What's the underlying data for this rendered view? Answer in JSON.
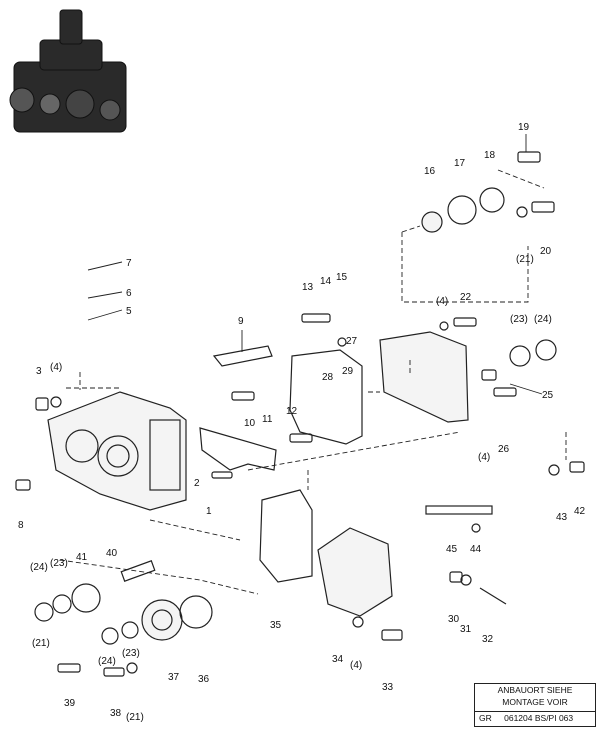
{
  "callouts": [
    {
      "id": "c1",
      "text": "1"
    },
    {
      "id": "c2",
      "text": "2"
    },
    {
      "id": "c3",
      "text": "3"
    },
    {
      "id": "c4a",
      "text": "(4)"
    },
    {
      "id": "c4b",
      "text": "(4)"
    },
    {
      "id": "c4c",
      "text": "(4)"
    },
    {
      "id": "c4d",
      "text": "(4)"
    },
    {
      "id": "c5",
      "text": "5"
    },
    {
      "id": "c6",
      "text": "6"
    },
    {
      "id": "c7",
      "text": "7"
    },
    {
      "id": "c8",
      "text": "8"
    },
    {
      "id": "c9",
      "text": "9"
    },
    {
      "id": "c10",
      "text": "10"
    },
    {
      "id": "c11",
      "text": "11"
    },
    {
      "id": "c12",
      "text": "12"
    },
    {
      "id": "c13",
      "text": "13"
    },
    {
      "id": "c14",
      "text": "14"
    },
    {
      "id": "c15",
      "text": "15"
    },
    {
      "id": "c16",
      "text": "16"
    },
    {
      "id": "c17",
      "text": "17"
    },
    {
      "id": "c18",
      "text": "18"
    },
    {
      "id": "c19",
      "text": "19"
    },
    {
      "id": "c20",
      "text": "20"
    },
    {
      "id": "c21a",
      "text": "(21)"
    },
    {
      "id": "c21b",
      "text": "(21)"
    },
    {
      "id": "c21c",
      "text": "(21)"
    },
    {
      "id": "c22",
      "text": "22"
    },
    {
      "id": "c23a",
      "text": "(23)"
    },
    {
      "id": "c23b",
      "text": "(23)"
    },
    {
      "id": "c23c",
      "text": "(23)"
    },
    {
      "id": "c24a",
      "text": "(24)"
    },
    {
      "id": "c24b",
      "text": "(24)"
    },
    {
      "id": "c24c",
      "text": "(24)"
    },
    {
      "id": "c25",
      "text": "25"
    },
    {
      "id": "c26",
      "text": "26"
    },
    {
      "id": "c27",
      "text": "27"
    },
    {
      "id": "c28",
      "text": "28"
    },
    {
      "id": "c29",
      "text": "29"
    },
    {
      "id": "c30",
      "text": "30"
    },
    {
      "id": "c31",
      "text": "31"
    },
    {
      "id": "c32",
      "text": "32"
    },
    {
      "id": "c33",
      "text": "33"
    },
    {
      "id": "c34",
      "text": "34"
    },
    {
      "id": "c35",
      "text": "35"
    },
    {
      "id": "c36",
      "text": "36"
    },
    {
      "id": "c37",
      "text": "37"
    },
    {
      "id": "c38",
      "text": "38"
    },
    {
      "id": "c39",
      "text": "39"
    },
    {
      "id": "c40",
      "text": "40"
    },
    {
      "id": "c41",
      "text": "41"
    },
    {
      "id": "c42",
      "text": "42"
    },
    {
      "id": "c43",
      "text": "43"
    },
    {
      "id": "c44",
      "text": "44"
    },
    {
      "id": "c45",
      "text": "45"
    }
  ],
  "reference_box": {
    "line1": "ANBAUORT SIEHE",
    "line2": "MONTAGE VOIR",
    "group_label": "GR",
    "code": "061204 BS/PI 063"
  }
}
